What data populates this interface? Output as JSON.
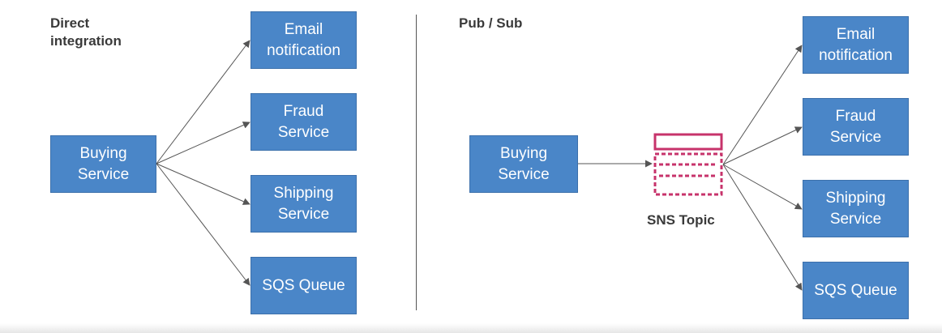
{
  "left_panel": {
    "heading": "Direct\nintegration",
    "source": "Buying\nService",
    "targets": [
      "Email\nnotification",
      "Fraud\nService",
      "Shipping\nService",
      "SQS Queue"
    ]
  },
  "right_panel": {
    "heading": "Pub / Sub",
    "source": "Buying\nService",
    "topic_label": "SNS Topic",
    "targets": [
      "Email\nnotification",
      "Fraud\nService",
      "Shipping\nService",
      "SQS Queue"
    ]
  },
  "colors": {
    "box_fill": "#4a86c8",
    "arrow": "#555555",
    "sns_topic": "#c7336b"
  },
  "icons": {
    "topic": "sns-topic-icon"
  }
}
